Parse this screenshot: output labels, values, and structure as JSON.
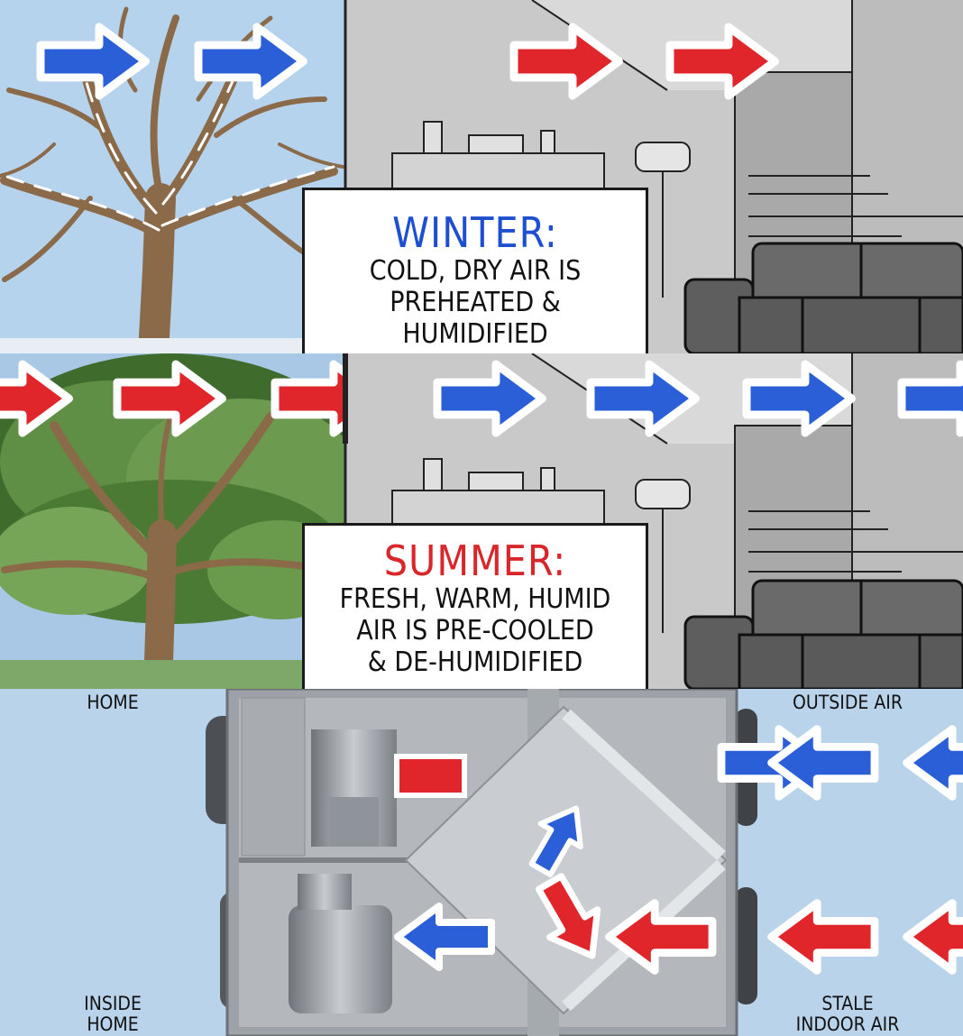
{
  "winter": {
    "heading": "WINTER:",
    "line1": "COLD, DRY AIR IS",
    "line2": "PREHEATED &",
    "line3": "HUMIDIFIED"
  },
  "summer": {
    "heading": "SUMMER:",
    "line1": "FRESH, WARM, HUMID",
    "line2": "AIR IS PRE-COOLED",
    "line3": "& DE-HUMIDIFIED"
  },
  "erv": {
    "label_home": "HOME",
    "label_outside": "OUTSIDE AIR",
    "label_inside": "INSIDE\nHOME",
    "label_stale": "STALE\nINDOOR AIR"
  },
  "colors": {
    "warm_air": "#e0262b",
    "cool_air": "#2a5fd8",
    "winter_heading": "#1e4fd0",
    "summer_heading": "#d8262a",
    "sky": "#b9d3ea"
  }
}
